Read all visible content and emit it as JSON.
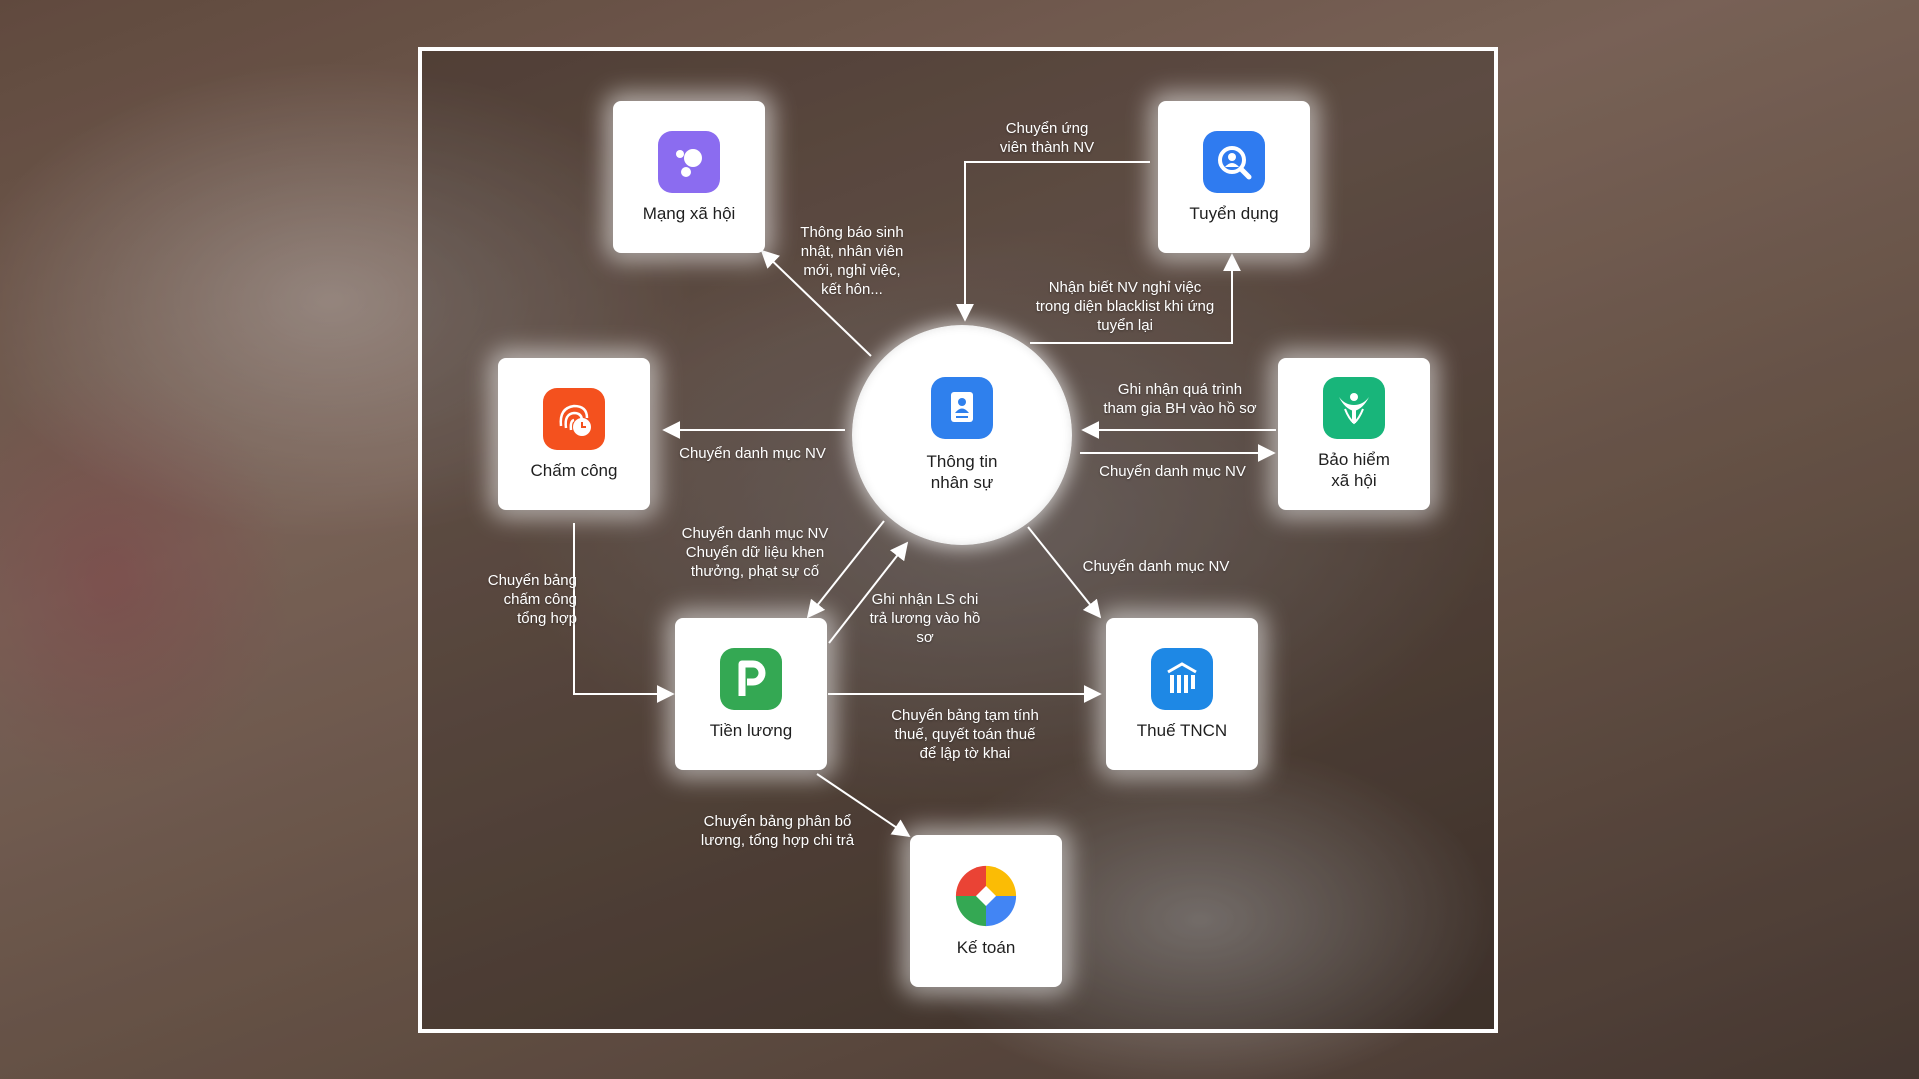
{
  "modules": {
    "center": {
      "name": [
        "Thông tin",
        "nhân sự"
      ],
      "icon": "employee-profile-icon",
      "color": "#2f80ed"
    },
    "social": {
      "name": [
        "Mạng xã hội"
      ],
      "icon": "social-network-icon",
      "color": "#8b6cf0"
    },
    "recruit": {
      "name": [
        "Tuyển dụng"
      ],
      "icon": "recruitment-search-icon",
      "color": "#2f7bf0"
    },
    "timekeeping": {
      "name": [
        "Chấm công"
      ],
      "icon": "fingerprint-clock-icon",
      "color": "#f4511e"
    },
    "insurance": {
      "name": [
        "Bảo hiểm",
        "xã hội"
      ],
      "icon": "social-insurance-icon",
      "color": "#18b57a"
    },
    "payroll": {
      "name": [
        "Tiền lương"
      ],
      "icon": "payroll-p-icon",
      "color": "#34a853"
    },
    "tax": {
      "name": [
        "Thuế TNCN"
      ],
      "icon": "personal-income-tax-icon",
      "color": "#1e88e5"
    },
    "accounting": {
      "name": [
        "Kế toán"
      ],
      "icon": "accounting-diamond-icon",
      "colors": [
        "#ea4335",
        "#fbbc05",
        "#34a853",
        "#4285f4"
      ]
    }
  },
  "flows": {
    "social": [
      "Thông báo sinh",
      "nhật, nhân viên",
      "mới, nghỉ việc,",
      "kết hôn..."
    ],
    "recruit_in": [
      "Chuyển ứng",
      "viên thành NV"
    ],
    "recruit_out": [
      "Nhận biết NV nghỉ việc",
      "trong diện blacklist khi ứng",
      "tuyển lại"
    ],
    "timekeeping": [
      "Chuyển danh mục NV"
    ],
    "insurance_in": [
      "Ghi nhận quá trình",
      "tham gia BH vào hồ sơ"
    ],
    "insurance_out": [
      "Chuyển danh mục NV"
    ],
    "payroll_out": [
      "Chuyển danh mục NV",
      "Chuyển dữ liệu khen",
      "thưởng, phạt sự cố"
    ],
    "payroll_in": [
      "Ghi nhận LS chi",
      "trả lương vào hồ",
      "sơ"
    ],
    "tax": [
      "Chuyển danh mục NV"
    ],
    "timesheet": [
      "Chuyển bảng",
      "chấm công",
      "tổng hợp"
    ],
    "tax_calc": [
      "Chuyển bảng tạm tính",
      "thuế, quyết toán thuế",
      "để lập tờ khai"
    ],
    "accounting": [
      "Chuyển bảng phân bổ",
      "lương, tổng hợp chi trả"
    ]
  }
}
